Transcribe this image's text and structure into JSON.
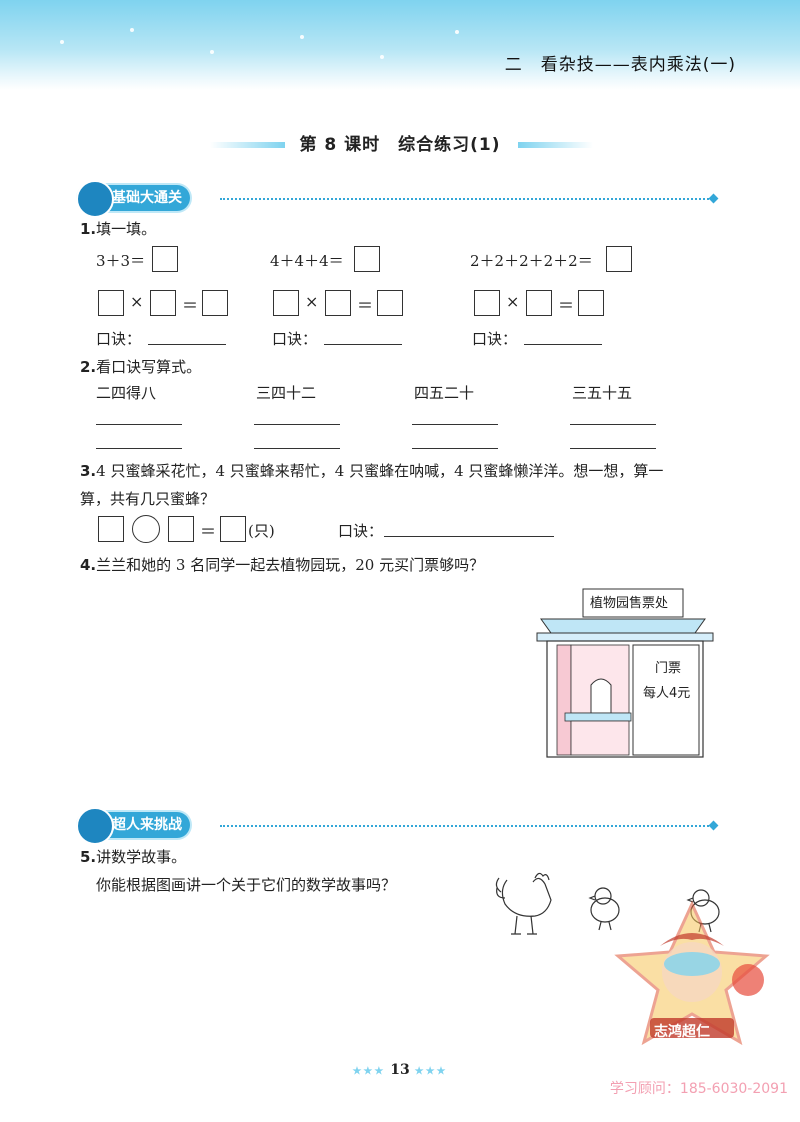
{
  "header": {
    "chapter": "二　看杂技——表内乘法(一)"
  },
  "lesson": {
    "title": "第 8 课时　综合练习(1)"
  },
  "section1": {
    "label": "基础大通关"
  },
  "q1": {
    "number": "1.",
    "text": "填一填。",
    "items": [
      {
        "expr": "3＋3＝",
        "times": "×",
        "eq": "＝",
        "koujue": "口诀："
      },
      {
        "expr": "4＋4＋4＝",
        "times": "×",
        "eq": "＝",
        "koujue": "口诀："
      },
      {
        "expr": "2＋2＋2＋2＋2＝",
        "times": "×",
        "eq": "＝",
        "koujue": "口诀："
      }
    ]
  },
  "q2": {
    "number": "2.",
    "text": "看口诀写算式。",
    "items": [
      "二四得八",
      "三四十二",
      "四五二十",
      "三五十五"
    ]
  },
  "q3": {
    "number": "3.",
    "line1": "4 只蜜蜂采花忙，4 只蜜蜂来帮忙，4 只蜜蜂在呐喊，4 只蜜蜂懒洋洋。想一想，算一",
    "line2": "算，共有几只蜜蜂？",
    "eq": "＝",
    "unit": "(只)",
    "koujue": "口诀："
  },
  "q4": {
    "number": "4.",
    "text": "兰兰和她的 3 名同学一起去植物园玩，20 元买门票够吗？",
    "booth_sign": "植物园售票处",
    "ticket_line1": "门票",
    "ticket_line2": "每人4元"
  },
  "section2": {
    "label": "超人来挑战"
  },
  "q5": {
    "number": "5.",
    "text": "讲数学故事。",
    "subtext": "你能根据图画讲一个关于它们的数学故事吗？"
  },
  "mascot_badge": "志鸿超仁",
  "footer": {
    "page": "13"
  },
  "watermark": "学习顾问：185-6030-2091",
  "colors": {
    "accent": "#33a7d8",
    "header": "#7fd3ef",
    "watermark": "#f3a0b2"
  }
}
